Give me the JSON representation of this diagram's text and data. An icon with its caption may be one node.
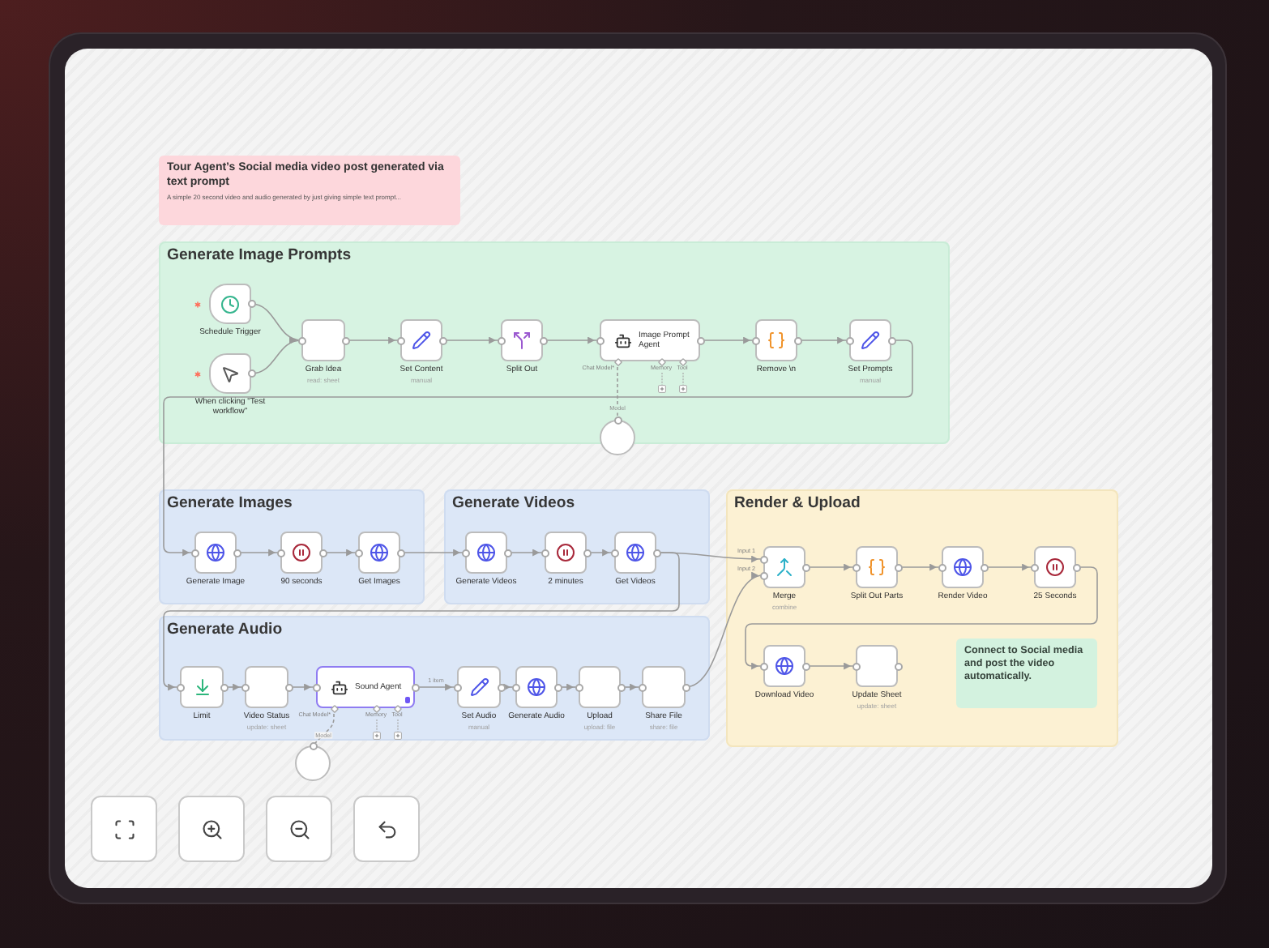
{
  "diagram": {
    "nodes": [
      {
        "text": [
          "Tour Agent’s Social media video post generated via text prompt",
          "A simple 20 second video and audio generated by just giving simple text prompt..."
        ]
      },
      {
        "text": [
          "Generate Image Prompts"
        ]
      },
      {
        "text": [
          "Schedule Trigger"
        ],
        "in": 1
      },
      {
        "text": [
          "When clicking \"Test workflow\""
        ],
        "in": 1
      },
      {
        "text": [
          "Grab Idea",
          "read: sheet"
        ],
        "in": 1
      },
      {
        "text": [
          "Set Content",
          "manual"
        ],
        "in": 1
      },
      {
        "text": [
          "Split Out"
        ],
        "in": 1
      },
      {
        "text": [
          "Image Prompt Agent"
        ],
        "beside": [
          "Chat Model*",
          "Memory",
          "Tool"
        ],
        "in": 1
      },
      {
        "text": [
          "Remove \\n"
        ],
        "in": 1
      },
      {
        "text": [
          "Set Prompts",
          "manual"
        ],
        "in": 1
      },
      {
        "text": [],
        "shape": "circle"
      },
      {
        "text": [
          "Generate Images"
        ]
      },
      {
        "text": [
          "Generate Image"
        ],
        "in": 11
      },
      {
        "text": [
          "90 seconds"
        ],
        "in": 11
      },
      {
        "text": [
          "Get Images"
        ],
        "in": 11
      },
      {
        "text": [
          "Generate Videos"
        ]
      },
      {
        "text": [
          "Generate Videos"
        ],
        "in": 15
      },
      {
        "text": [
          "2 minutes"
        ],
        "in": 15
      },
      {
        "text": [
          "Get Videos"
        ],
        "in": 15
      },
      {
        "text": [
          "Render & Upload"
        ]
      },
      {
        "text": [
          "Merge",
          "combine"
        ],
        "beside": [
          "Input 1",
          "Input 2"
        ],
        "in": 19
      },
      {
        "text": [
          "Split Out Parts"
        ],
        "in": 19
      },
      {
        "text": [
          "Render Video"
        ],
        "in": 19
      },
      {
        "text": [
          "25 Seconds"
        ],
        "in": 19
      },
      {
        "text": [
          "Download Video"
        ],
        "in": 19
      },
      {
        "text": [
          "Update Sheet",
          "update: sheet"
        ],
        "in": 19
      },
      {
        "text": [
          "Connect to Social media and post the video automatically."
        ],
        "in": 19
      },
      {
        "text": [
          "Generate Audio"
        ]
      },
      {
        "text": [
          "Limit"
        ],
        "in": 27
      },
      {
        "text": [
          "Video Status",
          "update: sheet"
        ],
        "in": 27
      },
      {
        "text": [
          "Sound Agent"
        ],
        "beside": [
          "Chat Model*",
          "Memory",
          "Tool"
        ],
        "in": 27
      },
      {
        "text": [
          "Set Audio",
          "manual"
        ],
        "in": 27
      },
      {
        "text": [
          "Generate Audio"
        ],
        "in": 27
      },
      {
        "text": [
          "Upload",
          "upload: file"
        ],
        "in": 27
      },
      {
        "text": [
          "Share File",
          "share: file"
        ],
        "in": 27
      },
      {
        "text": [],
        "shape": "circle"
      }
    ],
    "edges": [
      {
        "from": 2,
        "to": 4,
        "arrow": "to"
      },
      {
        "from": 3,
        "to": 4,
        "arrow": "to"
      },
      {
        "from": 4,
        "to": 5,
        "arrow": "to"
      },
      {
        "from": 5,
        "to": 6,
        "arrow": "to"
      },
      {
        "from": 6,
        "to": 7,
        "arrow": "to"
      },
      {
        "from": 7,
        "to": 8,
        "arrow": "to"
      },
      {
        "from": 8,
        "to": 9,
        "arrow": "to"
      },
      {
        "from": 9,
        "to": 12,
        "arrow": "to"
      },
      {
        "from": 7,
        "to": 10,
        "arrow": "none",
        "label": "Model",
        "style": "dashed"
      },
      {
        "from": 12,
        "to": 13,
        "arrow": "to"
      },
      {
        "from": 13,
        "to": 14,
        "arrow": "to"
      },
      {
        "from": 14,
        "to": 16,
        "arrow": "to"
      },
      {
        "from": 16,
        "to": 17,
        "arrow": "to"
      },
      {
        "from": 17,
        "to": 18,
        "arrow": "to"
      },
      {
        "from": 18,
        "to": 20,
        "arrow": "to"
      },
      {
        "from": 18,
        "to": 28,
        "arrow": "to"
      },
      {
        "from": 28,
        "to": 29,
        "arrow": "to"
      },
      {
        "from": 29,
        "to": 30,
        "arrow": "to"
      },
      {
        "from": 30,
        "to": 31,
        "arrow": "to",
        "label": "1 item"
      },
      {
        "from": 31,
        "to": 32,
        "arrow": "to"
      },
      {
        "from": 32,
        "to": 33,
        "arrow": "to"
      },
      {
        "from": 33,
        "to": 34,
        "arrow": "to"
      },
      {
        "from": 34,
        "to": 20,
        "arrow": "to"
      },
      {
        "from": 30,
        "to": 35,
        "arrow": "none",
        "label": "Model",
        "style": "dashed"
      },
      {
        "from": 20,
        "to": 21,
        "arrow": "to"
      },
      {
        "from": 21,
        "to": 22,
        "arrow": "to"
      },
      {
        "from": 22,
        "to": 23,
        "arrow": "to"
      },
      {
        "from": 23,
        "to": 24,
        "arrow": "to"
      },
      {
        "from": 24,
        "to": 25,
        "arrow": "to"
      }
    ]
  }
}
